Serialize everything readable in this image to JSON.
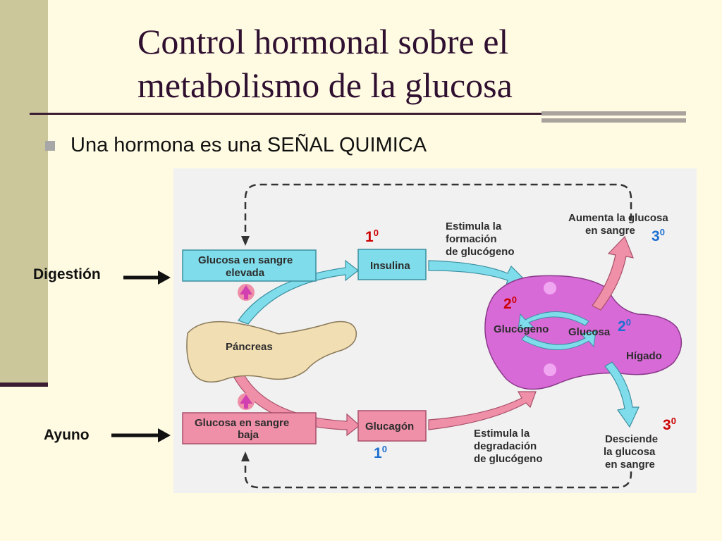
{
  "title": {
    "line1": "Control hormonal sobre el",
    "line2": "metabolismo de la glucosa"
  },
  "bullet": "Una hormona es una SEÑAL QUIMICA",
  "side_labels": {
    "digestion": "Digestión",
    "ayuno": "Ayuno"
  },
  "diagram": {
    "boxes": {
      "high_glucose": [
        "Glucosa en sangre",
        "elevada"
      ],
      "low_glucose": [
        "Glucosa en sangre",
        "baja"
      ],
      "insulin": "Insulina",
      "glucagon": "Glucagón"
    },
    "organs": {
      "pancreas": "Páncreas",
      "liver": "Hígado"
    },
    "liver_terms": {
      "glycogen": "Glucógeno",
      "glucose": "Glucosa"
    },
    "effects": {
      "stimulates_formation": [
        "Estimula la",
        "formación",
        "de glucógeno"
      ],
      "stimulates_degradation": [
        "Estimula la",
        "degradación",
        "de glucógeno"
      ],
      "increases_glucose": [
        "Aumenta la glucosa",
        "en sangre"
      ],
      "decreases_glucose": [
        "Desciende",
        "la glucosa",
        "en sangre"
      ]
    },
    "step_markers": {
      "base1": "1",
      "base2": "2",
      "base3": "3",
      "sup": "0"
    },
    "colors": {
      "blue_box": "#7fdcea",
      "pink_box": "#ef8fa8",
      "liver": "#d86ad8",
      "pancreas": "#f2deb3",
      "red_marker": "#cc0000",
      "blue_marker": "#1d6fd0"
    }
  }
}
